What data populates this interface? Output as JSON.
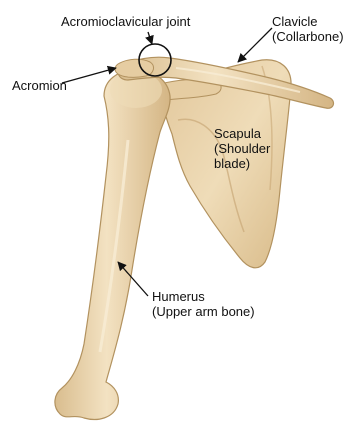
{
  "labels": {
    "ac_joint": "Acromioclavicular joint",
    "acromion": "Acromion",
    "clavicle": {
      "line1": "Clavicle",
      "line2": "(Collarbone)"
    },
    "scapula": {
      "line1": "Scapula",
      "line2": "(Shoulder",
      "line3": "blade)"
    },
    "humerus": {
      "line1": "Humerus",
      "line2": "(Upper arm bone)"
    }
  },
  "colors": {
    "bone_fill": "#ead3ab",
    "bone_shadow": "#c9a877",
    "bone_outline": "#b2925f",
    "bone_highlight": "#f6e8cc",
    "label_text": "#111111",
    "arrow": "#111111"
  }
}
